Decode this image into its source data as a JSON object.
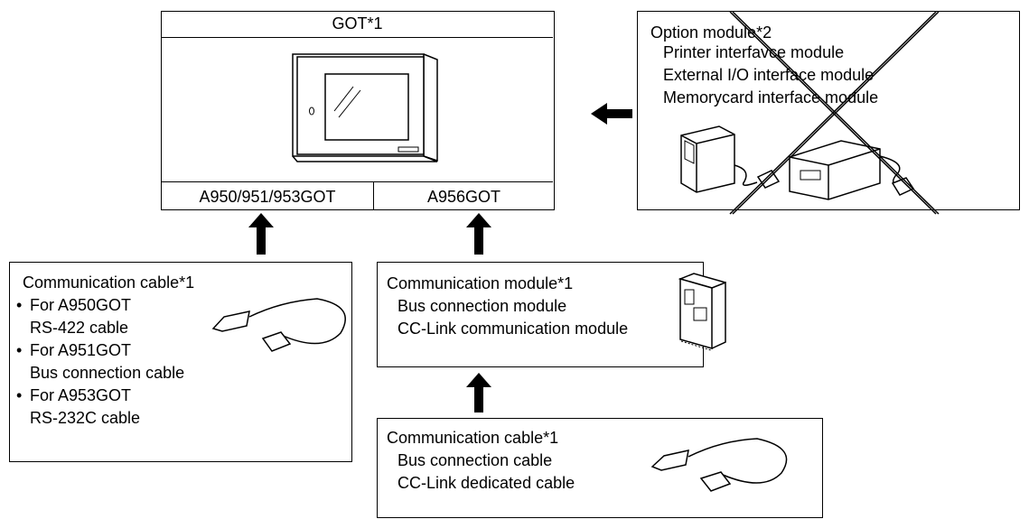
{
  "got_panel": {
    "title": "GOT*1",
    "models": [
      "A950/951/953GOT",
      "A956GOT"
    ]
  },
  "option_module": {
    "title": "Option module*2",
    "items": [
      "Printer interfavce module",
      "External I/O interface module",
      "Memorycard interface module"
    ]
  },
  "comm_cable_left": {
    "title": "Communication cable*1",
    "lines": [
      "For A950GOT",
      "RS-422 cable",
      "For A951GOT",
      "Bus connection cable",
      "For A953GOT",
      "RS-232C cable"
    ]
  },
  "comm_module": {
    "title": "Communication module*1",
    "items": [
      "Bus connection module",
      "CC-Link communication module"
    ]
  },
  "comm_cable_bottom": {
    "title": "Communication cable*1",
    "items": [
      "Bus connection cable",
      "CC-Link dedicated cable"
    ]
  },
  "colors": {
    "line": "#000000",
    "background": "#ffffff"
  }
}
